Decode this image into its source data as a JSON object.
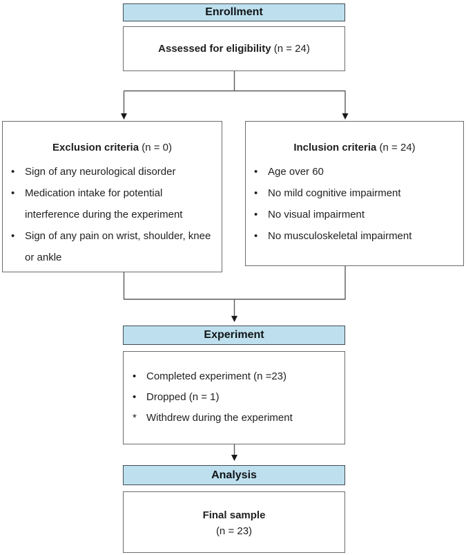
{
  "colors": {
    "stage_fill": "#bee0ee",
    "stage_border": "#3f4b52",
    "box_border": "#6b6b6b",
    "connector": "#5a5a5a",
    "arrow": "#1a1a1a",
    "text": "#1f1f1f"
  },
  "stages": {
    "enrollment": "Enrollment",
    "experiment": "Experiment",
    "analysis": "Analysis"
  },
  "assessed": {
    "bold": "Assessed for eligibility",
    "rest": " (n = 24)"
  },
  "exclusion": {
    "title_bold": "Exclusion criteria",
    "title_rest": " (n = 0)",
    "items": [
      {
        "bullet": "•",
        "text": "Sign of any neurological disorder"
      },
      {
        "bullet": "•",
        "text": "Medication intake for potential interference during the experiment"
      },
      {
        "bullet": "•",
        "text": "Sign of any pain on wrist, shoulder, knee or ankle"
      }
    ]
  },
  "inclusion": {
    "title_bold": "Inclusion criteria",
    "title_rest": " (n = 24)",
    "items": [
      {
        "bullet": "•",
        "text": "Age over 60"
      },
      {
        "bullet": "•",
        "text": "No mild cognitive impairment"
      },
      {
        "bullet": "•",
        "text": "No visual impairment"
      },
      {
        "bullet": "•",
        "text": "No musculoskeletal impairment"
      }
    ]
  },
  "experiment_box": {
    "items": [
      {
        "bullet": "•",
        "text": "Completed experiment (n =23)"
      },
      {
        "bullet": "•",
        "text": "Dropped (n = 1)"
      },
      {
        "bullet": "*",
        "text": "Withdrew during the experiment"
      }
    ]
  },
  "final_sample": {
    "bold": "Final sample",
    "rest": "(n = 23)"
  }
}
